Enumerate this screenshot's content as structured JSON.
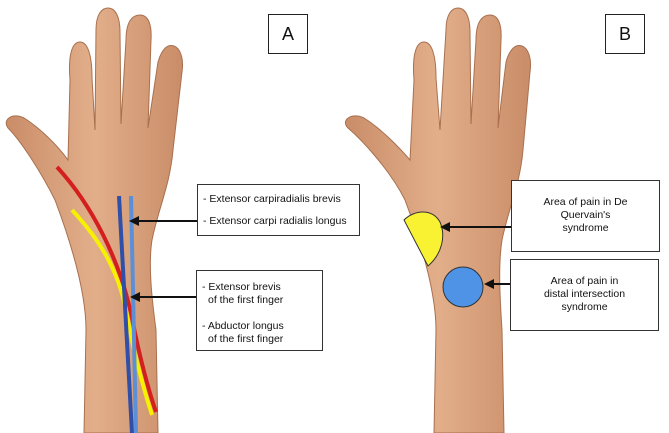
{
  "panels": {
    "a": {
      "letter": "A",
      "box1": {
        "line1": "- Extensor carpiradialis brevis",
        "line2": "- Extensor carpi radialis longus"
      },
      "box2": {
        "line1": "- Extensor brevis",
        "line2": "of the first finger",
        "line3": "- Abductor longus",
        "line4": "of the first finger"
      }
    },
    "b": {
      "letter": "B",
      "box1": {
        "line1": "Area of pain in De",
        "line2": "Quervain's",
        "line3": "syndrome"
      },
      "box2": {
        "line1": "Area of pain in",
        "line2": "distal intersection",
        "line3": "syndrome"
      }
    }
  },
  "colors": {
    "skin": "#d9a27e",
    "skin_shadow": "#b97c5a",
    "tendon_red": "#d41f1f",
    "tendon_yellow": "#f7f000",
    "tendon_dark_blue": "#2f4fa8",
    "tendon_light_blue": "#5b8fd6",
    "pain_yellow": "#f8f232",
    "pain_blue": "#4f93e6",
    "arrow": "#111111"
  }
}
